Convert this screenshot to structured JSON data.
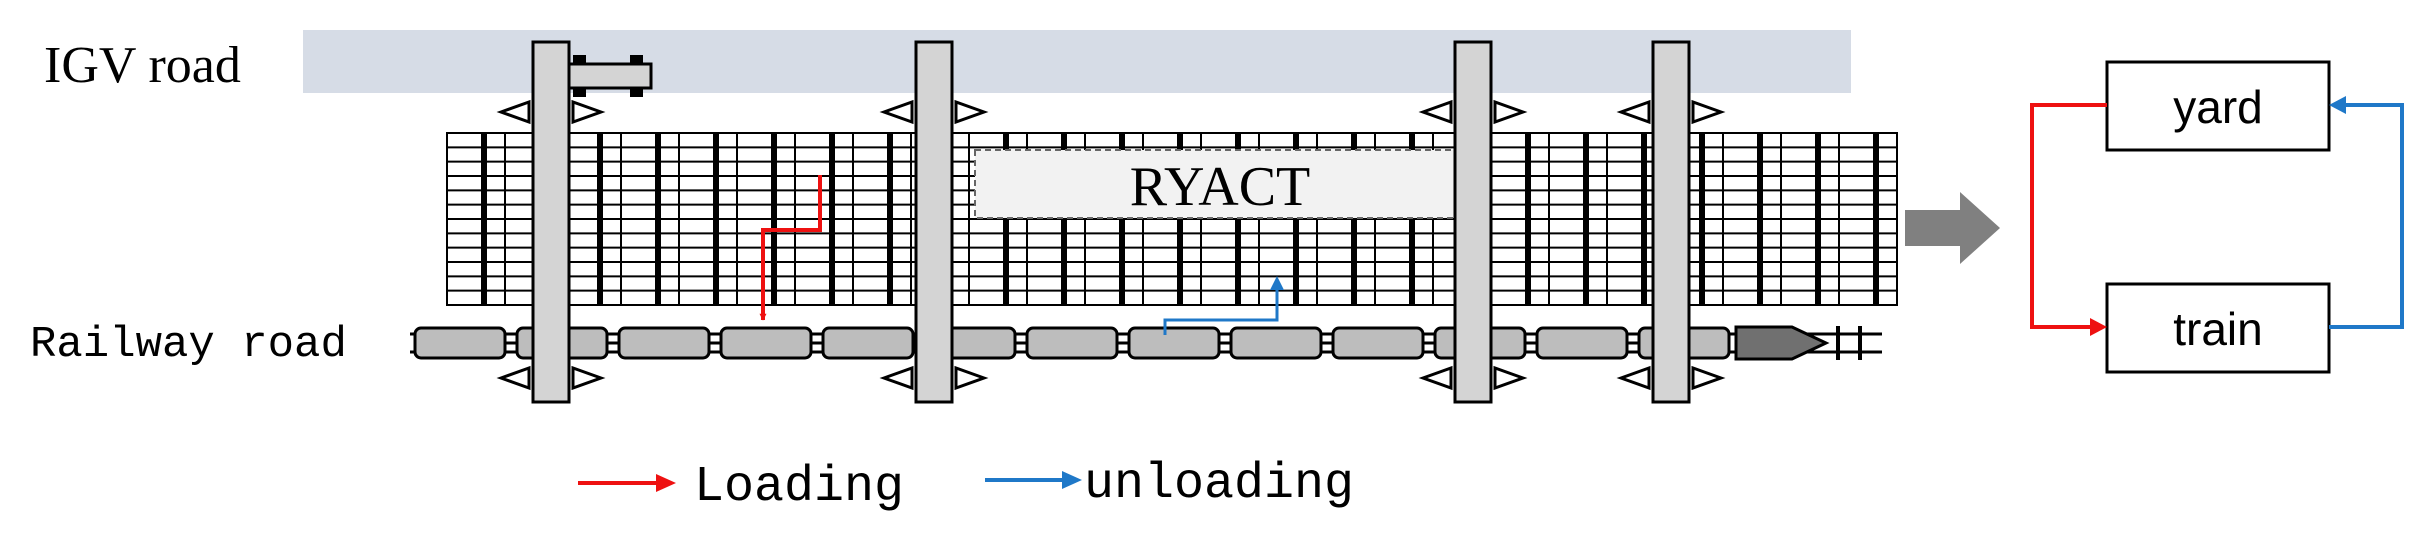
{
  "labels": {
    "igv_road": "IGV road",
    "railway_road": "Railway road",
    "terminal": "RYACT"
  },
  "legend": {
    "loading": "Loading",
    "unloading": "unloading"
  },
  "flow": {
    "yard": "yard",
    "train": "train"
  },
  "colors": {
    "loading": "#ee1111",
    "unloading": "#1f78c8",
    "road_band": "#d6dce6",
    "crane": "#d4d4d4",
    "wagon": "#bdbdbd",
    "arrow": "#808080"
  },
  "icons": {
    "vehicle": "igv-truck-icon",
    "locomotive": "locomotive-icon",
    "transition": "right-arrow-icon"
  }
}
